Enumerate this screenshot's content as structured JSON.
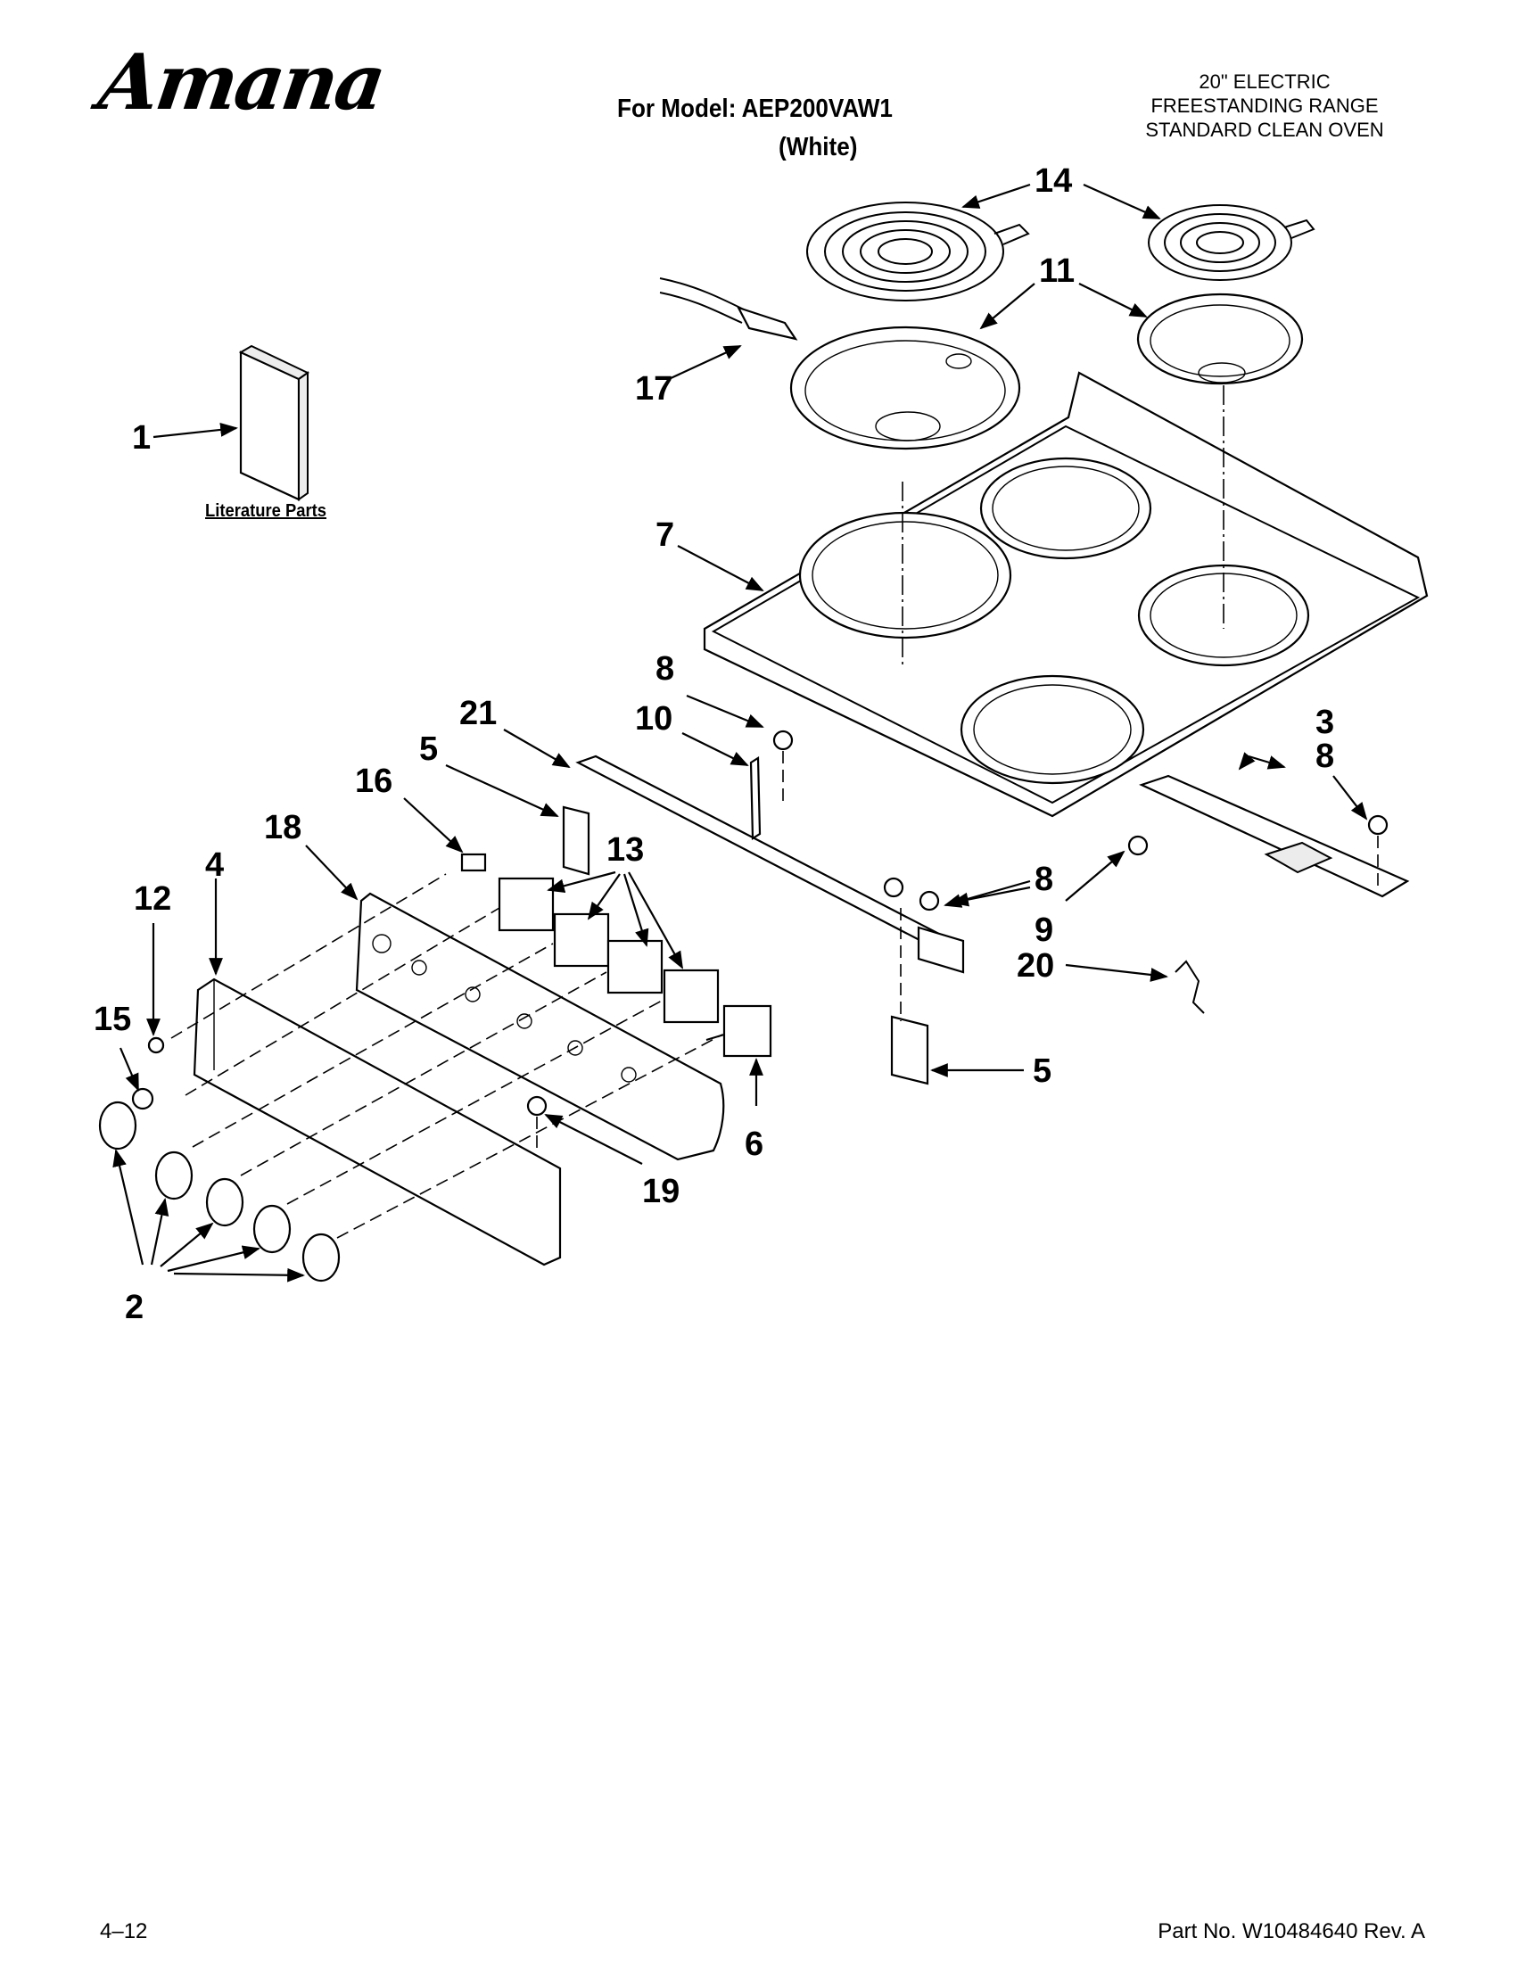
{
  "header": {
    "brand": "Amana",
    "model_line": "For Model: AEP200VAW1",
    "model_color": "(White)",
    "product_type": [
      "20\" ELECTRIC",
      "FREESTANDING RANGE",
      "STANDARD CLEAN OVEN"
    ]
  },
  "diagram": {
    "literature_caption": "Literature Parts",
    "callouts": [
      "1",
      "2",
      "3",
      "4",
      "5",
      "6",
      "7",
      "8",
      "9",
      "10",
      "11",
      "12",
      "13",
      "14",
      "15",
      "16",
      "17",
      "18",
      "19",
      "20",
      "21"
    ]
  },
  "footer": {
    "page": "4–12",
    "part_no": "Part No. W10484640 Rev. A"
  }
}
